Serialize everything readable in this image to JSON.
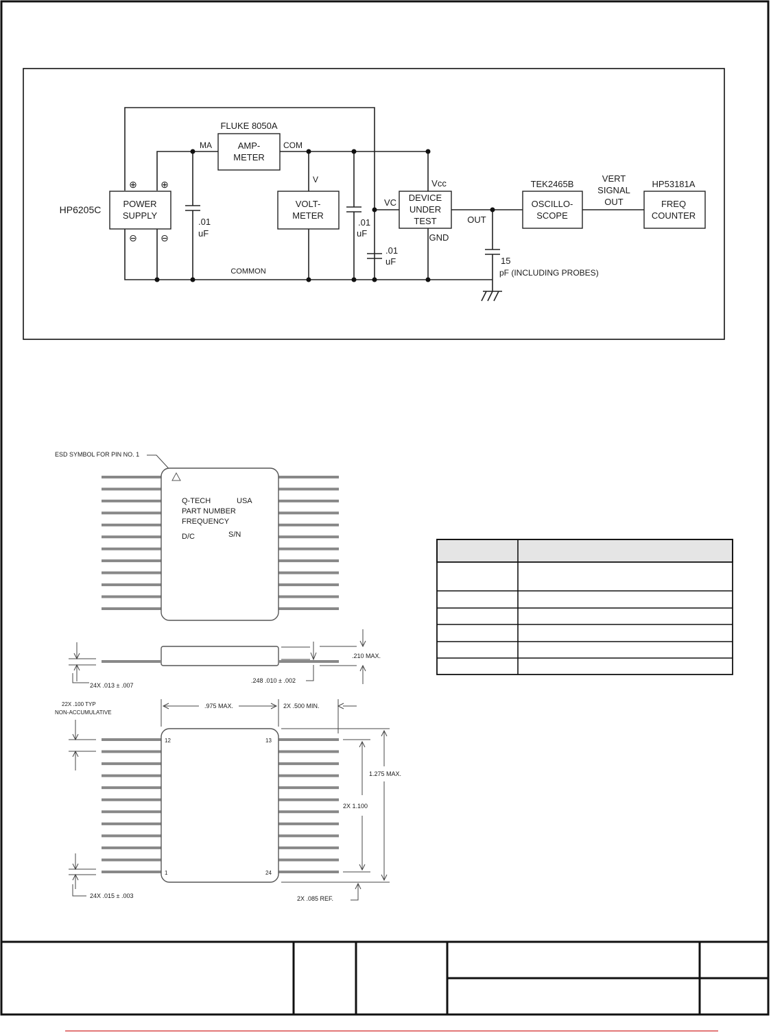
{
  "schematic": {
    "power_supply": {
      "model": "HP6205C",
      "label_line1": "POWER",
      "label_line2": "SUPPLY",
      "plus": "⊕",
      "minus": "⊖"
    },
    "ammeter": {
      "model": "FLUKE 8050A",
      "label_line1": "AMP-",
      "label_line2": "METER",
      "terminal_in": "MA",
      "terminal_out": "COM"
    },
    "voltmeter": {
      "label_line1": "VOLT-",
      "label_line2": "METER",
      "terminal": "V"
    },
    "cap1": {
      "value_line1": ".01",
      "value_line2": "uF"
    },
    "cap2": {
      "value_line1": ".01",
      "value_line2": "uF"
    },
    "cap3": {
      "value_line1": ".01",
      "value_line2": "uF"
    },
    "common_label": "COMMON",
    "dut": {
      "label_line1": "DEVICE",
      "label_line2": "UNDER",
      "label_line3": "TEST",
      "pin_vc": "VC",
      "pin_vcc": "Vcc",
      "pin_gnd": "GND",
      "pin_out": "OUT"
    },
    "load_cap": {
      "value_line1": "15",
      "value_line2": "pF (INCLUDING PROBES)"
    },
    "oscilloscope": {
      "model": "TEK2465B",
      "label_line1": "OSCILLO-",
      "label_line2": "SCOPE"
    },
    "vert_signal": {
      "line1": "VERT",
      "line2": "SIGNAL",
      "line3": "OUT"
    },
    "counter": {
      "model": "HP53181A",
      "label_line1": "FREQ",
      "label_line2": "COUNTER"
    }
  },
  "package": {
    "esd_note": "ESD SYMBOL FOR PIN NO. 1",
    "marking": {
      "line1": "Q-TECH",
      "country": "USA",
      "line2": "PART NUMBER",
      "line3": "FREQUENCY",
      "datecode": "D/C",
      "serial": "S/N"
    },
    "dims": {
      "height": ".210 MAX.",
      "lead_thickness": "24X .013 ± .007",
      "lead_offset": ".248 .010 ± .002",
      "pitch": "22X .100 TYP",
      "pitch_note": "NON-ACCUMULATIVE",
      "body_width": ".975 MAX.",
      "lead_length": "2X .500 MIN.",
      "body_length": "1.275 MAX.",
      "lead_span": "2X 1.100",
      "lead_width": "24X .015 ± .003",
      "end_ref": "2X .085 REF."
    },
    "pins": {
      "top_left": "12",
      "top_right": "13",
      "bottom_left": "1",
      "bottom_right": "24"
    }
  }
}
